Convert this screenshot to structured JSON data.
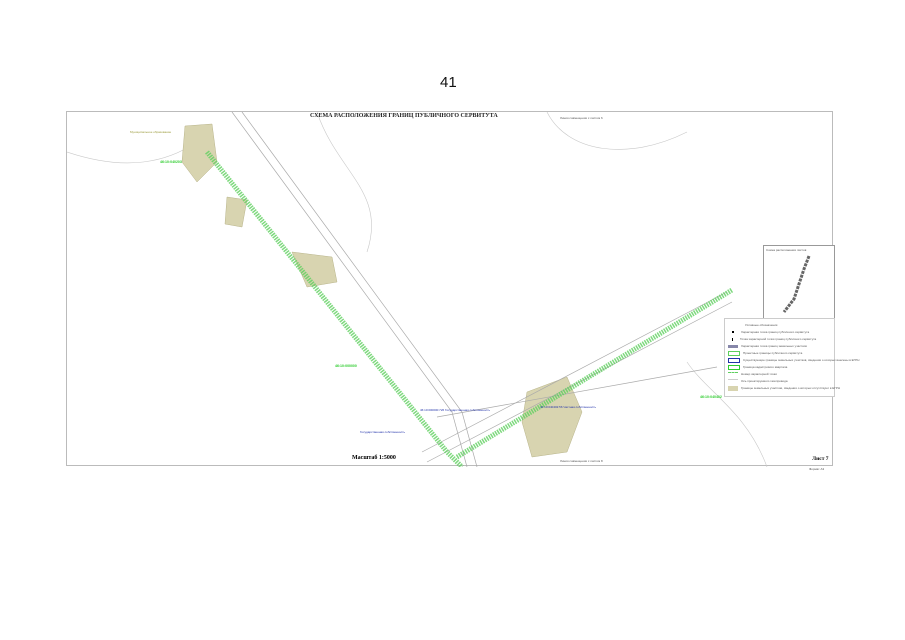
{
  "page_number": "41",
  "title": "СХЕМА РАСПОЛОЖЕНИЯ ГРАНИЦ ПУБЛИЧНОГО СЕРВИТУТА",
  "top_note": "Линия совмещения с листом 6",
  "bottom_note": "Линия совмещения с листом 8",
  "scale": "Масштаб 1:5000",
  "sheet": "Лист 7",
  "format": "Формат А3",
  "inset_title": "Схема расположения листов",
  "cadastral": [
    "46:10:040203",
    "46:10:000000",
    "46:10:040402"
  ],
  "labels": {
    "own1": "46:10:000000:726 Государственная собственность",
    "own2": "46:10:040402:56 Частная собственность",
    "own3": "Государственная собственность",
    "ol1": "Муниципальное образование"
  },
  "legend": {
    "title": "Условные обозначения",
    "items": [
      "Характерная точка границ публичного сервитута",
      "Точка характерной точки границ публичного сервитута",
      "Характерная точка границ земельных участков",
      "Проектные границы публичного сервитута",
      "Существующие границы земельных участков, сведения о которых внесены в ЕГРН",
      "Граница кадастрового квартала",
      "Номер характерной точки",
      "Ось проектируемого газопровода",
      "Границы земельных участков, сведения о которых отсутствуют в ЕГРН"
    ]
  },
  "colors": {
    "road": "#b0b0b0",
    "servitude": "#5ecf5e",
    "parcel": "#d8d4b0",
    "cadastre": "#2ecc2e"
  }
}
